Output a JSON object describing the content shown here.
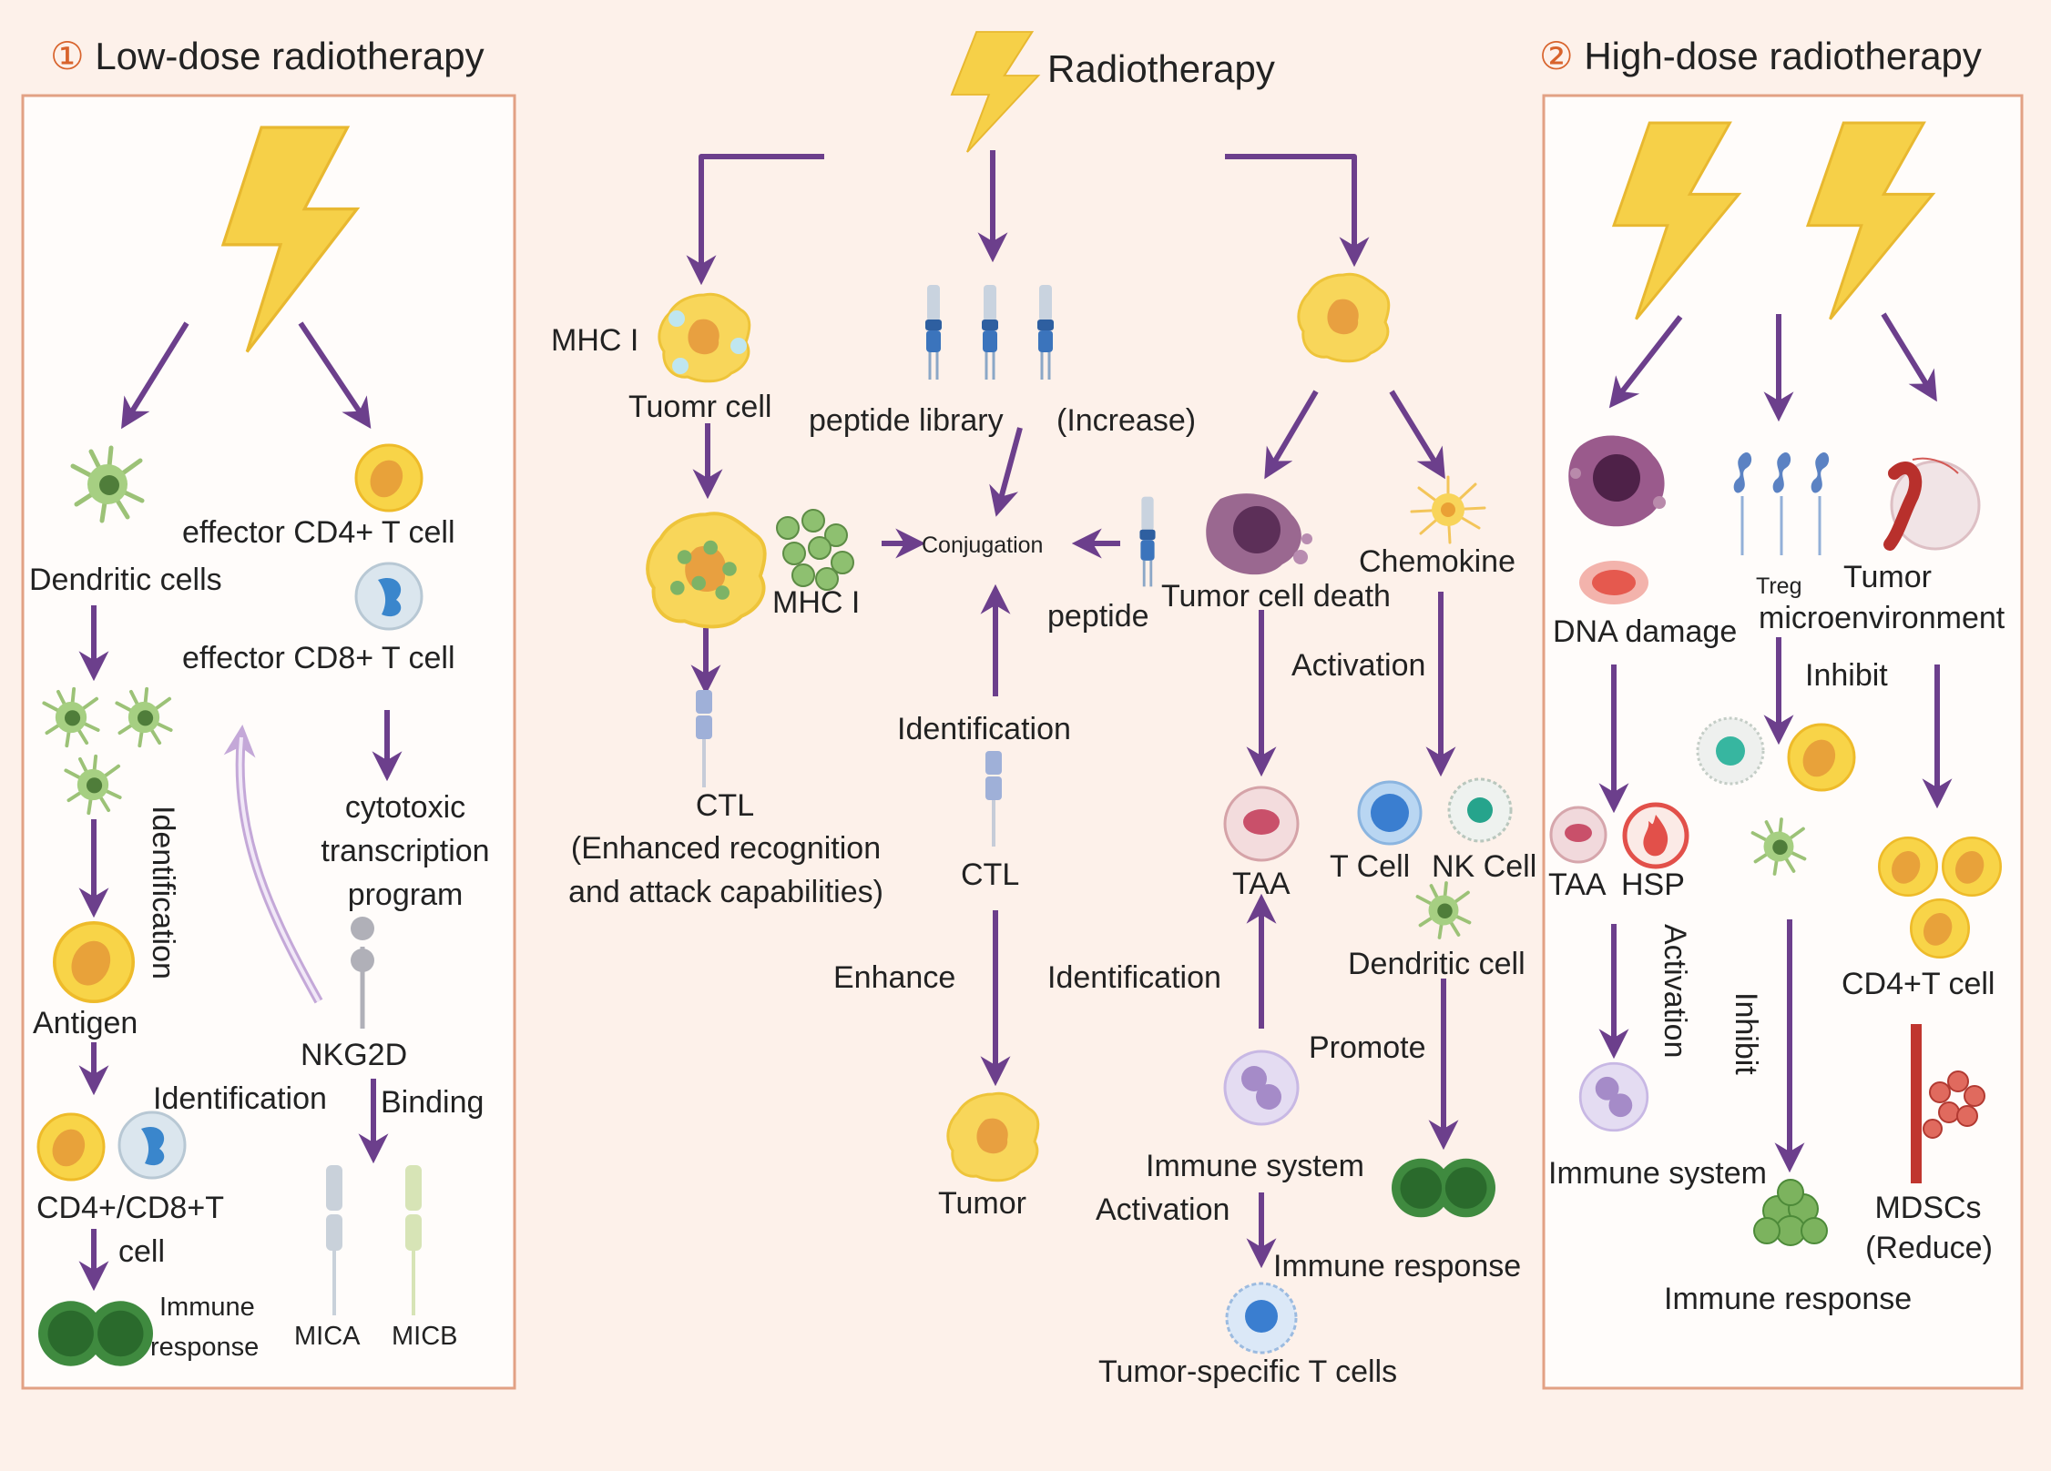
{
  "headers": {
    "low": {
      "num": "①",
      "title": "Low-dose radiotherapy"
    },
    "center": "Radiotherapy",
    "high": {
      "num": "②",
      "title": "High-dose radiotherapy"
    }
  },
  "left": {
    "dendritic_cells": "Dendritic cells",
    "effector_cd4": "effector CD4+ T cell",
    "effector_cd8": "effector CD8+ T cell",
    "identification_vertical": "Identification",
    "cytotoxic": [
      "cytotoxic",
      "transcription",
      "program"
    ],
    "antigen": "Antigen",
    "nkg2d": "NKG2D",
    "identification": "Identification",
    "binding": "Binding",
    "cd4cd8": [
      "CD4+/CD8+T",
      "cell"
    ],
    "immune_response": [
      "Immune",
      "response"
    ],
    "mica": "MICA",
    "micb": "MICB"
  },
  "center": {
    "mhc1_top": "MHC I",
    "tumor_cell": "Tuomr cell",
    "peptide_library": "peptide library",
    "increase": "(Increase)",
    "conjugation": "Conjugation",
    "mhc1": "MHC I",
    "peptide": "peptide",
    "tumor_cell_death": "Tumor cell death",
    "chemokine": "Chemokine",
    "ctl_left": "CTL",
    "ctl_desc": [
      "(Enhanced recognition",
      "and attack capabilities)"
    ],
    "identification_mid": "Identification",
    "ctl_mid": "CTL",
    "activation": "Activation",
    "taa": "TAA",
    "t_cell": "T Cell",
    "nk_cell": "NK Cell",
    "dendritic_cell": "Dendritic cell",
    "enhance": "Enhance",
    "identification_low": "Identification",
    "promote": "Promote",
    "tumor": "Tumor",
    "immune_system": "Immune system",
    "activation_low": "Activation",
    "immune_response": "Immune response",
    "tumor_specific": "Tumor-specific T cells"
  },
  "right": {
    "dna_damage": "DNA damage",
    "treg": "Treg",
    "tumor_micro": [
      "Tumor",
      "microenvironment"
    ],
    "inhibit": "Inhibit",
    "taa": "TAA",
    "hsp": "HSP",
    "activation_vertical": "Activation",
    "inhibit_vertical": "Inhibit",
    "cd4_t_cell": "CD4+T cell",
    "immune_system": "Immune system",
    "mdscs": [
      "MDSCs",
      "(Reduce)"
    ],
    "immune_response": "Immune response"
  },
  "colors": {
    "arrow": "#6c3f8c",
    "panel_border": "#e2a184",
    "panel_fill": "#fffcfa",
    "bolt": "#f6d048",
    "tcell_yellow": "#f8d448",
    "tcell_nucleus": "#e8a23a",
    "dendritic_green": "#9cc277",
    "plasma_purple": "#a58bc8",
    "dark_tumor": "#7c3f73",
    "immune_green": "#3f8a3f"
  },
  "icons": [
    "lightning-bolt-icon",
    "dendritic-cell-icon",
    "t-cell-icon",
    "b-cell-icon",
    "tumor-cell-icon",
    "receptor-icon",
    "nk-cell-icon",
    "immune-response-icon",
    "macrophage-icon",
    "dna-damage-icon",
    "heat-shock-icon",
    "blood-vessel-icon"
  ]
}
